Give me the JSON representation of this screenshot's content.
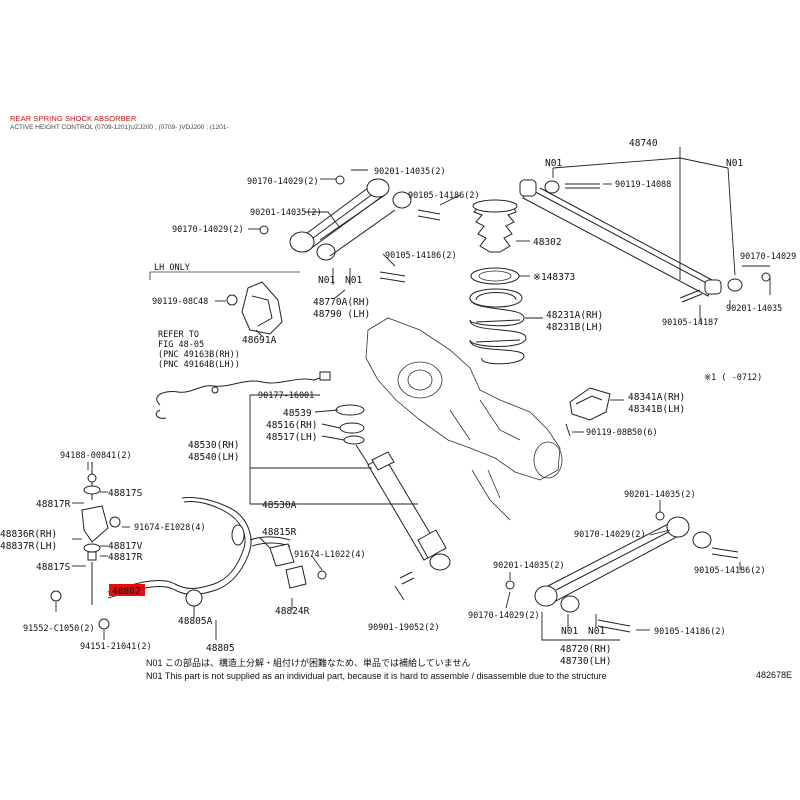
{
  "header": {
    "title": "REAR SPRING SHOCK ABSORBER",
    "subtitle": "ACTIVE HEIGHT CONTROL (0709-1201)UZJ200 ; (0709- )VDJ200 ; (1201-"
  },
  "labels": {
    "l48740": "48740",
    "n01_a": "N01",
    "n01_b": "N01",
    "p90119_14088": "90119-14088",
    "p90170_14029_r": "90170-14029",
    "p90201_14035_r": "90201-14035",
    "p90105_14187": "90105-14187",
    "p90170_14029_tl": "90170-14029(2)",
    "p90201_14035_tc": "90201-14035(2)",
    "p90201_14035_tl": "90201-14035(2)",
    "p90170_14029_tl2": "90170-14029(2)",
    "p90105_14186_t": "90105-14186(2)",
    "p90105_14186_t2": "90105-14186(2)",
    "p48302": "48302",
    "p148373": "※148373",
    "lh_only": "LH ONLY",
    "p90119_08c48": "90119-08C48",
    "p48691a": "48691A",
    "n01_c": "N01",
    "n01_d": "N01",
    "p48770a": "48770A(RH)",
    "p48790": "48790 (LH)",
    "p48231a_rh": "48231A(RH)",
    "p48231b_lh": "48231B(LH)",
    "refer1": "REFER TO",
    "refer2": "FIG 48-05",
    "refer3": "(PNC 49163B(RH))",
    "refer4": "(PNC 49164B(LH))",
    "p90177_16001": "90177-16001",
    "p48539": "48539",
    "p48516": "48516(RH)",
    "p48517": "48517(LH)",
    "p48530": "48530(RH)",
    "p48540": "48540(LH)",
    "note1": "※1  (    -0712)",
    "p48341a": "48341A(RH)",
    "p48341b": "48341B(LH)",
    "p90119_08b50": "90119-08B50(6)",
    "p94188": "94188-00841(2)",
    "p48817r_a": "48817R",
    "p48817s_a": "48817S",
    "p48836r": "48836R(RH)",
    "p48837r": "48837R(LH)",
    "p48817v": "48817V",
    "p48817r_b": "48817R",
    "p48817s_b": "48817S",
    "p91674_e1028": "91674-E1028(4)",
    "p48530a": "48530A",
    "p48815r": "48815R",
    "p91674_l1022": "91674-L1022(4)",
    "p48824r": "48824R",
    "p48802": "48802",
    "p91552": "91552-C1050(2)",
    "p94151": "94151-21041(2)",
    "p48805a": "48805A",
    "p48805": "48805",
    "p90901": "90901-19052(2)",
    "p90201_14035_br": "90201-14035(2)",
    "p90170_14029_br": "90170-14029(2)",
    "p90105_14186_br": "90105-14186(2)",
    "p90201_14035_bm": "90201-14035(2)",
    "p90170_14029_bm": "90170-14029(2)",
    "n01_e": "N01",
    "n01_f": "N01",
    "p90105_14186_bm": "90105-14186(2)",
    "p48720": "48720(RH)",
    "p48730": "48730(LH)"
  },
  "footer": {
    "jp": "N01  この部品は、構造上分解・組付けが困難なため、単品では補給していません",
    "en": "N01  This part is not supplied as an individual part, because it is hard to assemble / disassemble due to the structure",
    "code": "482678E"
  },
  "colors": {
    "highlight": "#e01010",
    "line": "#222222"
  }
}
